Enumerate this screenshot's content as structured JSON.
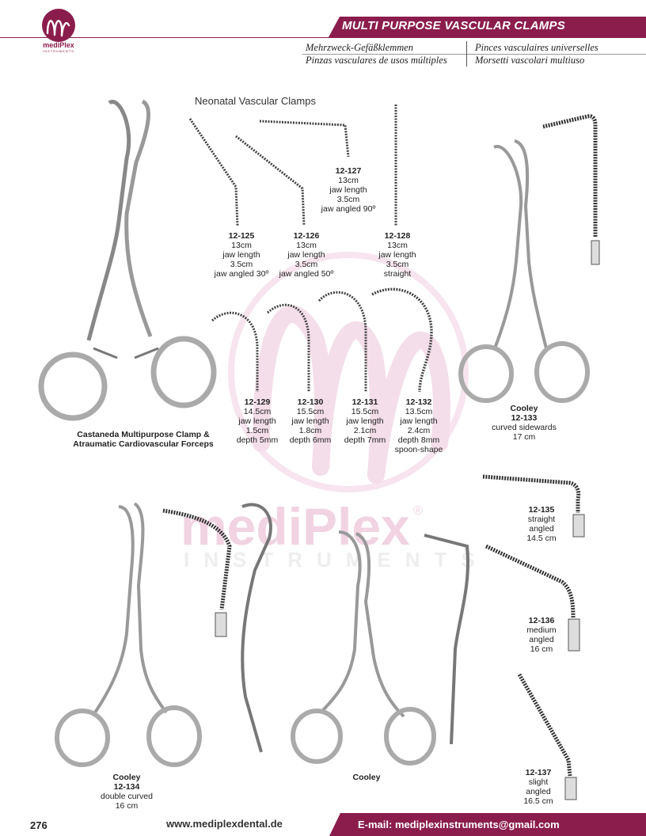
{
  "header": {
    "brand": "mediPlex",
    "brand_sub": "INSTRUMENTS",
    "title": "MULTI PURPOSE VASCULAR CLAMPS",
    "translations": {
      "de": "Mehrzweck-Gefäßklemmen",
      "fr": "Pinces vasculaires universelles",
      "es": "Pinzas vasculares de usos múltiples",
      "it": "Morsetti vascolari multiuso"
    }
  },
  "watermark": {
    "brand": "mediPlex",
    "sub": "INSTRUMENTS",
    "reg": "®"
  },
  "neonatal": {
    "title": "Neonatal Vascular Clamps",
    "items": [
      {
        "code": "12-125",
        "lines": [
          "13cm",
          "jaw length",
          "3.5cm",
          "jaw angled 30º"
        ]
      },
      {
        "code": "12-126",
        "lines": [
          "13cm",
          "jaw length",
          "3.5cm",
          "jaw angled 50º"
        ]
      },
      {
        "code": "12-127",
        "lines": [
          "13cm",
          "jaw length",
          "3.5cm",
          "jaw angled 90º"
        ]
      },
      {
        "code": "12-128",
        "lines": [
          "13cm",
          "jaw length",
          "3.5cm",
          "straight"
        ]
      },
      {
        "code": "12-129",
        "lines": [
          "14.5cm",
          "jaw length",
          "1.5cm",
          "depth 5mm"
        ]
      },
      {
        "code": "12-130",
        "lines": [
          "15.5cm",
          "jaw length",
          "1.8cm",
          "depth 6mm"
        ]
      },
      {
        "code": "12-131",
        "lines": [
          "15.5cm",
          "jaw length",
          "2.1cm",
          "depth 7mm"
        ]
      },
      {
        "code": "12-132",
        "lines": [
          "13.5cm",
          "jaw length",
          "2.4cm",
          "depth 8mm",
          "spoon-shape"
        ]
      }
    ]
  },
  "castaneda": {
    "line1": "Castaneda Multipurpose Clamp &",
    "line2": "Atraumatic Cardiovascular Forceps"
  },
  "cooley_133": {
    "name": "Cooley",
    "code": "12-133",
    "lines": [
      "curved sidewards",
      "17 cm"
    ]
  },
  "cooley_134": {
    "name": "Cooley",
    "code": "12-134",
    "lines": [
      "double curved",
      "16 cm"
    ]
  },
  "cooley_plain": {
    "name": "Cooley"
  },
  "jaws": [
    {
      "code": "12-135",
      "lines": [
        "straight",
        "angled",
        "14.5 cm"
      ]
    },
    {
      "code": "12-136",
      "lines": [
        "medium",
        "angled",
        "16 cm"
      ]
    },
    {
      "code": "12-137",
      "lines": [
        "slight",
        "angled",
        "16.5 cm"
      ]
    }
  ],
  "footer": {
    "page": "276",
    "website": "www.mediplexdental.de",
    "email": "E-mail: mediplexinstruments@gmail.com"
  },
  "colors": {
    "brand": "#8b1d4d",
    "watermark": "#f1d3e2"
  }
}
